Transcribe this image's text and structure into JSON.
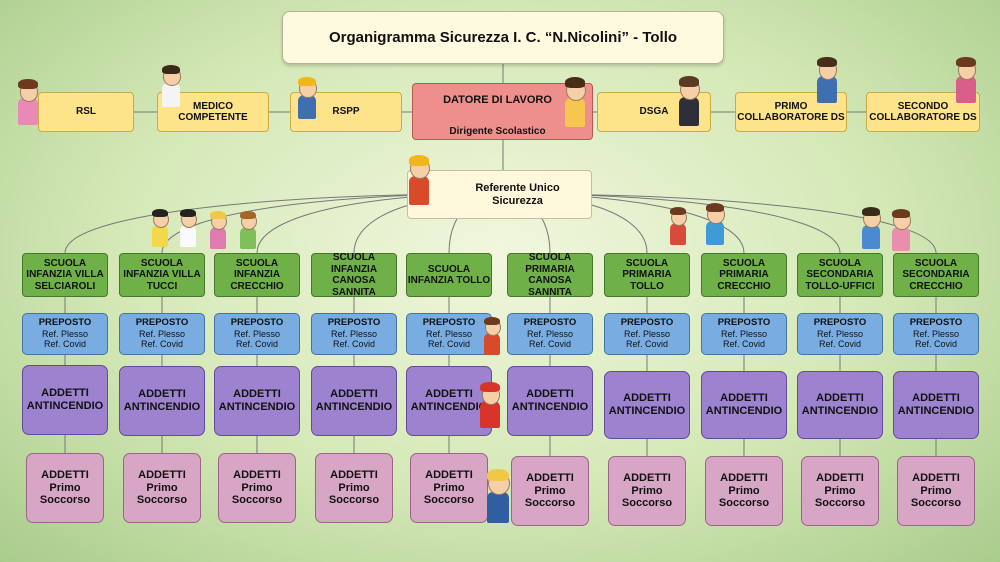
{
  "title": "Organigramma Sicurezza I. C. “N.Nicolini” - Tollo",
  "roles": {
    "rsl": "RSL",
    "medico": "MEDICO COMPETENTE",
    "rspp": "RSPP",
    "dsga": "DSGA",
    "primo_collaboratore": "PRIMO COLLABORATORE DS",
    "secondo_collaboratore": "SECONDO COLLABORATORE DS"
  },
  "datore": {
    "title": "DATORE DI LAVORO",
    "subtitle": "Dirigente Scolastico"
  },
  "referente": {
    "line1": "Referente Unico",
    "line2": "Sicurezza"
  },
  "schools": [
    "SCUOLA INFANZIA VILLA SELCIAROLI",
    "SCUOLA INFANZIA VILLA TUCCI",
    "SCUOLA INFANZIA CRECCHIO",
    "SCUOLA INFANZIA CANOSA SANNITA",
    "SCUOLA INFANZIA TOLLO",
    "SCUOLA PRIMARIA CANOSA SANNITA",
    "SCUOLA PRIMARIA TOLLO",
    "SCUOLA PRIMARIA CRECCHIO",
    "SCUOLA SECONDARIA TOLLO-UFFICI",
    "SCUOLA SECONDARIA CRECCHIO"
  ],
  "preposto": {
    "line1": "PREPOSTO",
    "line2": "Ref. Plesso",
    "line3": "Ref. Covid"
  },
  "addetti_antincendio": "ADDETTI ANTINCENDIO",
  "addetti_primo_soccorso": {
    "line1": "ADDETTI",
    "line2": "Primo",
    "line3": "Soccorso"
  },
  "colors": {
    "top_roles": "#fde38a",
    "datore": "#ee8f8b",
    "school": "#6fb048",
    "preposto": "#79ade2",
    "antincendio": "#9c82cf",
    "primo_soccorso": "#d7a6c5"
  }
}
